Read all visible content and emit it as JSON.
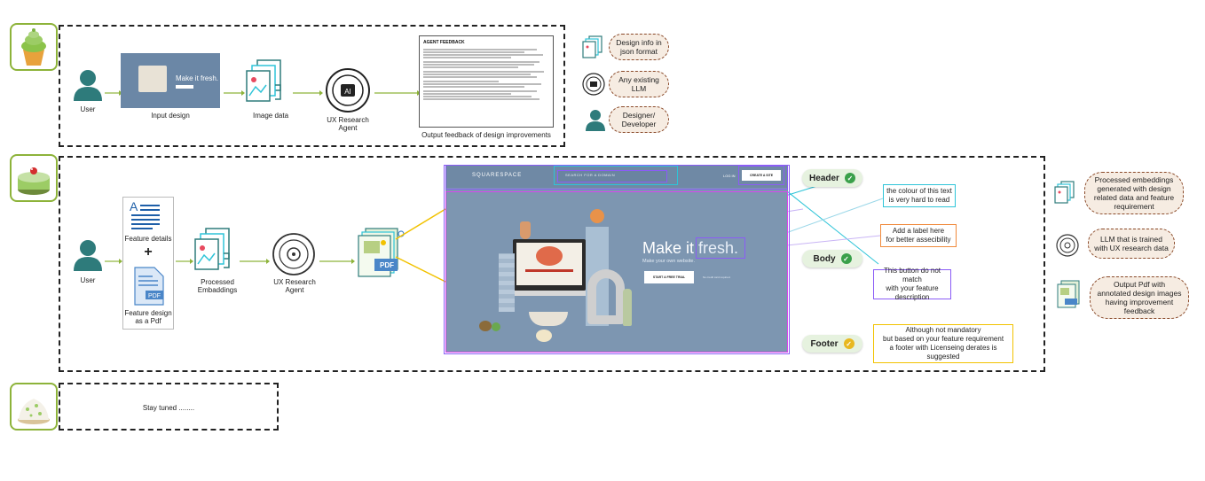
{
  "row1": {
    "user": "User",
    "input_design": "Input design",
    "image_data": "Image data",
    "agent": "UX Research\nAgent",
    "output": "Output feedback of design improvements",
    "report_title": "AGENT FEEDBACK",
    "mock_headline": "Make it fresh."
  },
  "legend1": {
    "json": "Design info in\njson format",
    "llm": "Any existing\nLLM",
    "dev": "Designer/\nDeveloper"
  },
  "row2": {
    "user": "User",
    "feature_details": "Feature details",
    "plus": "+",
    "feature_design": "Feature design\nas a Pdf",
    "embeddings": "Processed\nEmbaddings",
    "agent": "UX Research\nAgent",
    "pdf": "PDF"
  },
  "mockup": {
    "brand": "SQUARESPACE",
    "search": "SEARCH FOR A DOMAIN",
    "login": "LOG IN",
    "cta": "CREATE A SITE",
    "headline_a": "Make it ",
    "headline_b": "fresh.",
    "sub": "Make your own website.",
    "button": "START A FREE TRIAL",
    "note": "No credit card required."
  },
  "tags": {
    "header": "Header",
    "body": "Body",
    "footer": "Footer"
  },
  "feedback": {
    "f1": "the colour of this text\nis very hard to read",
    "f2": "Add a label here\nfor better assecibility",
    "f3": "This button do not match\nwith your feature\ndescription",
    "f4": "Although not mandatory\nbut based on your feature requirement\na footer with Licenseing derates is suggested"
  },
  "legend2": {
    "emb": "Processed embeddings\ngenerated with design\nrelated data and feature\nrequirement",
    "llm": "LLM that is trained\nwith UX research data",
    "pdf": "Output Pdf with\nannotated design images\nhaving improvement\nfeedback"
  },
  "row3": {
    "text": "Stay tuned ........"
  },
  "colors": {
    "teal": "#2e7b7b",
    "green_arrow": "#8db33a",
    "check_green": "#3aa04a",
    "check_yellow": "#e8b820",
    "cyan": "#2ec4d8",
    "purple": "#8b5cf6",
    "magenta": "#d946ef",
    "yellow": "#f2c200",
    "orange": "#f08a3c"
  }
}
